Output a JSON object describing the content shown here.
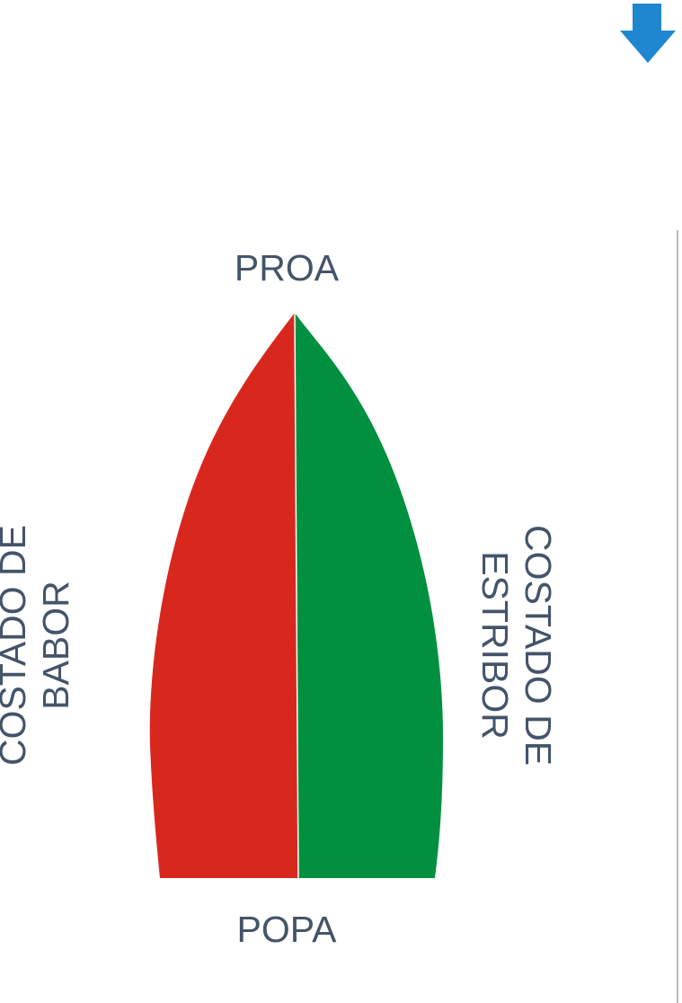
{
  "labels": {
    "bow": "PROA",
    "stern": "POPA",
    "port_line1": "COSTADO DE",
    "port_line2": "BABOR",
    "starboard_line1": "COSTADO DE",
    "starboard_line2": "ESTRIBOR"
  },
  "colors": {
    "port": "#d8281e",
    "starboard": "#00903f",
    "text": "#44546a",
    "arrow": "#1f87d0"
  },
  "icons": {
    "top_right": "arrow-down-icon"
  }
}
